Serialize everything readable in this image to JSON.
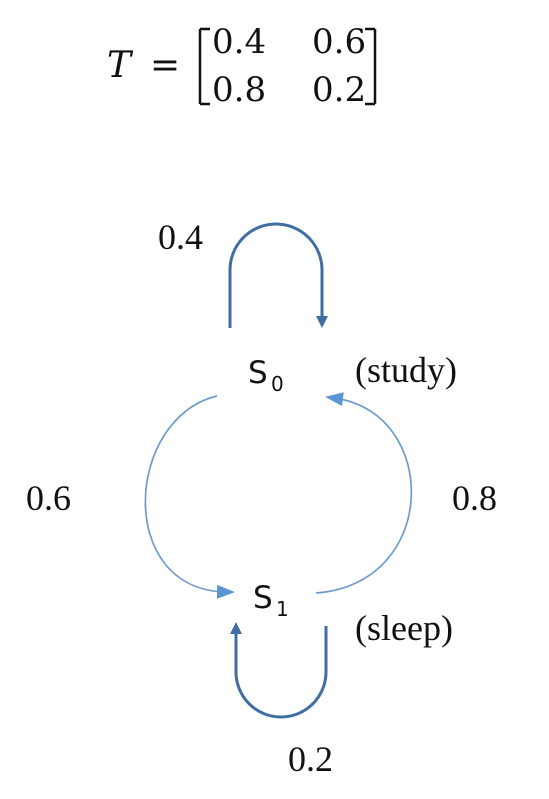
{
  "matrix": {
    "symbol": "T",
    "equals": "=",
    "rows": [
      [
        "0.4",
        "0.6"
      ],
      [
        "0.8",
        "0.2"
      ]
    ]
  },
  "states": [
    {
      "letter": "S",
      "subscript": "0",
      "description": "(study)"
    },
    {
      "letter": "S",
      "subscript": "1",
      "description": "(sleep)"
    }
  ],
  "transitions": {
    "s0_to_s0": "0.4",
    "s0_to_s1": "0.6",
    "s1_to_s0": "0.8",
    "s1_to_s1": "0.2"
  },
  "colors": {
    "loop_edge": "#3f6ea3",
    "cross_edge": "#6f9bcc",
    "arrowhead_loop": "#3f6ea3",
    "arrowhead_cross": "#5b95d3",
    "text": "#111111",
    "background": "#ffffff"
  }
}
